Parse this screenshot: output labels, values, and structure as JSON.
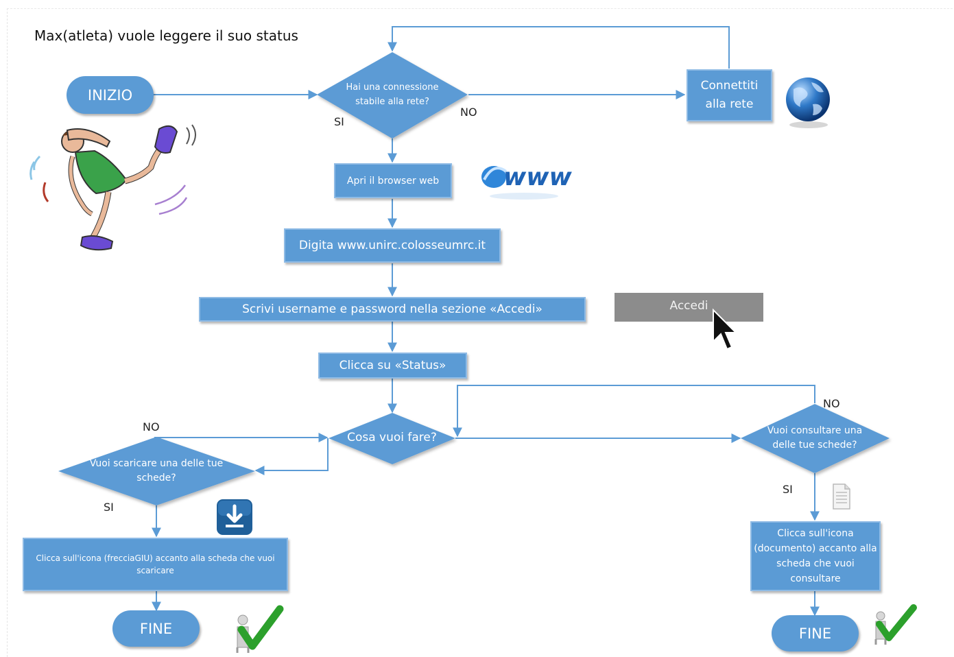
{
  "title": "Max(atleta) vuole leggere il suo status",
  "nodes": {
    "inizio": "INIZIO",
    "q_connessione": [
      "Hai una connessione",
      "stabile alla rete?"
    ],
    "connettiti": [
      "Connettiti",
      "alla rete"
    ],
    "apri_browser": "Apri il browser web",
    "digita": "Digita www.unirc.colosseumrc.it",
    "scrivi": "Scrivi username e password nella sezione «Accedi»",
    "clicca_status": "Clicca su «Status»",
    "cosa_fare": "Cosa vuoi fare?",
    "q_scaricare": [
      "Vuoi scaricare una delle tue",
      "schede?"
    ],
    "q_consultare": [
      "Vuoi consultare una",
      "delle tue schede?"
    ],
    "clicca_freccia": [
      "Clicca sull'icona (frecciaGIU) accanto alla scheda che vuoi",
      "scaricare"
    ],
    "clicca_documento": [
      "Clicca sull'icona",
      "(documento) accanto alla",
      "scheda che vuoi",
      "consultare"
    ],
    "fine_left": "FINE",
    "fine_right": "FINE"
  },
  "edge_labels": {
    "conn_si": "SI",
    "conn_no": "NO",
    "scaricare_no": "NO",
    "scaricare_si": "SI",
    "consultare_no": "NO",
    "consultare_si": "SI"
  },
  "accedi_button": "Accedi",
  "www_logo": "www",
  "colors": {
    "shape_fill": "#5b9bd5",
    "arrow": "#5b9bd5",
    "accedi_fill": "#8c8c8c",
    "check": "#2ca02c",
    "download_icon": "#1f5f99"
  }
}
